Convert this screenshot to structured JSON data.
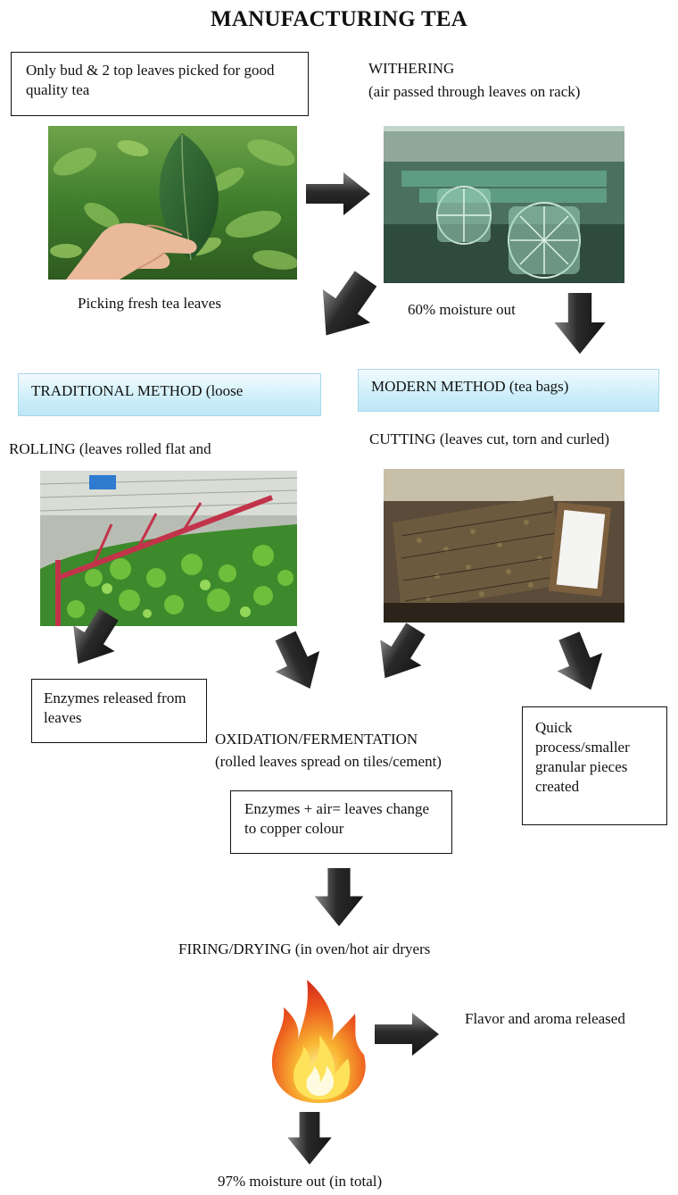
{
  "title": "MANUFACTURING TEA",
  "picking": {
    "note": "Only bud & 2 top leaves picked for good quality tea",
    "caption": "Picking fresh tea leaves"
  },
  "withering": {
    "heading": "WITHERING",
    "subheading": "(air passed through leaves on rack)",
    "result": "60% moisture out"
  },
  "methods": {
    "traditional": "TRADITIONAL METHOD (loose",
    "modern": "MODERN METHOD (tea bags)"
  },
  "rolling": {
    "text": "ROLLING (leaves rolled flat and",
    "note": "Enzymes released from leaves"
  },
  "cutting": {
    "text": "CUTTING (leaves cut, torn and curled)",
    "note": "Quick process/smaller granular pieces created"
  },
  "oxidation": {
    "heading": "OXIDATION/FERMENTATION",
    "subheading": "(rolled leaves spread on tiles/cement)",
    "note": "Enzymes + air= leaves change to copper colour"
  },
  "firing": {
    "heading": "FIRING/DRYING (in oven/hot air dryers",
    "note": "Flavor and aroma released",
    "result": "97% moisture out (in total)"
  },
  "icons": [
    "tea-leaf-photo",
    "withering-fans-photo",
    "rolling-machine-photo",
    "cutting-machine-photo",
    "flame-icon",
    "arrow-icon"
  ],
  "colors": {
    "arrow_dark": "#1f1f1f",
    "arrow_light": "#7a7a7a",
    "method_box": "#cdeefa",
    "flame_outer": "#e8401c",
    "flame_inner": "#fde25a"
  }
}
